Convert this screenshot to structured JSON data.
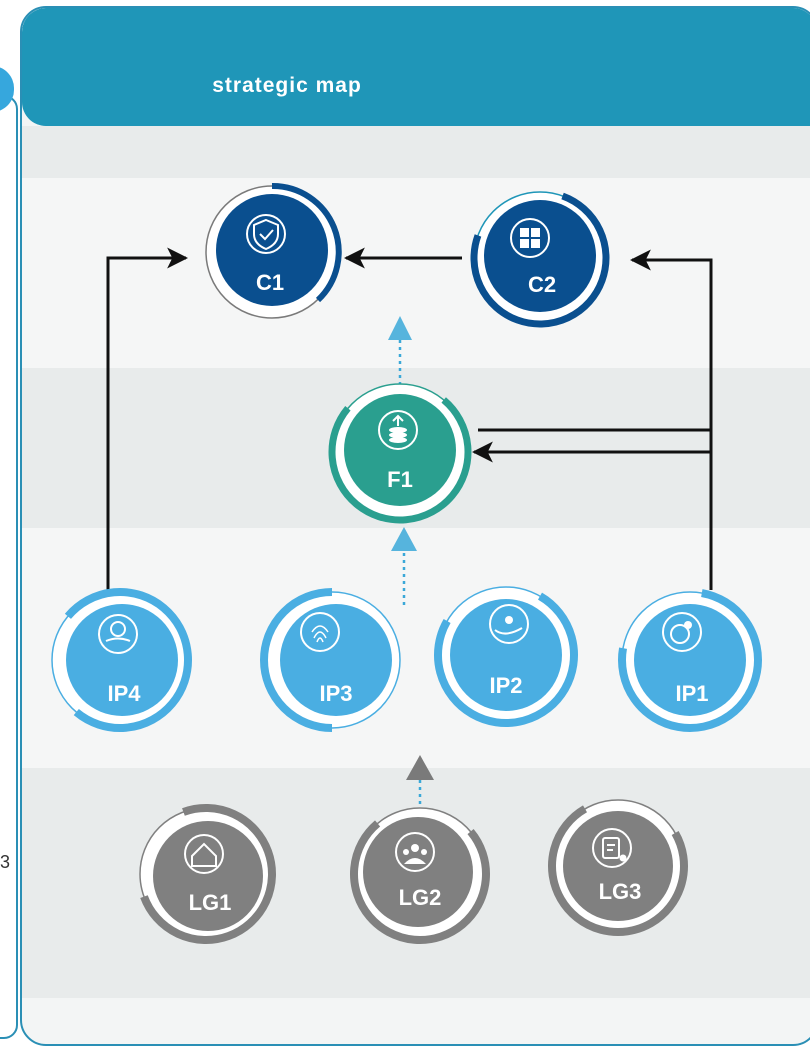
{
  "header": {
    "title": "strategic map"
  },
  "left_panel": {
    "mark": "3"
  },
  "colors": {
    "header": "#1f96b8",
    "customer": "#0a4f8f",
    "financial": "#2a9f8f",
    "internal": "#4aaee2",
    "learning": "#808080",
    "dotted_arrow": "#3aa8d8"
  },
  "nodes": [
    {
      "id": "C1",
      "label": "C1",
      "icon": "shield-check-icon",
      "group": "customer"
    },
    {
      "id": "C2",
      "label": "C2",
      "icon": "puzzle-icon",
      "group": "customer"
    },
    {
      "id": "F1",
      "label": "F1",
      "icon": "money-growth-icon",
      "group": "financial"
    },
    {
      "id": "IP4",
      "label": "IP4",
      "icon": "lightbulb-book-icon",
      "group": "internal"
    },
    {
      "id": "IP3",
      "label": "IP3",
      "icon": "fingerprint-icon",
      "group": "internal"
    },
    {
      "id": "IP2",
      "label": "IP2",
      "icon": "hand-people-icon",
      "group": "internal"
    },
    {
      "id": "IP1",
      "label": "IP1",
      "icon": "globe-pin-icon",
      "group": "internal"
    },
    {
      "id": "LG1",
      "label": "LG1",
      "icon": "house-people-icon",
      "group": "learning"
    },
    {
      "id": "LG2",
      "label": "LG2",
      "icon": "team-icon",
      "group": "learning"
    },
    {
      "id": "LG3",
      "label": "LG3",
      "icon": "clipboard-gear-icon",
      "group": "learning"
    }
  ],
  "edges": [
    {
      "from": "C2",
      "to": "C1",
      "style": "solid"
    },
    {
      "from": "IP4",
      "to": "C1",
      "style": "solid"
    },
    {
      "from": "IP1",
      "to": "C2",
      "style": "solid"
    },
    {
      "from": "IP1",
      "to": "F1",
      "style": "solid"
    },
    {
      "from": "F1",
      "to": "C2",
      "style": "dotted"
    },
    {
      "from": "IP3",
      "to": "F1",
      "style": "dotted"
    },
    {
      "from": "LG2",
      "to": "IP3",
      "style": "dotted"
    }
  ]
}
